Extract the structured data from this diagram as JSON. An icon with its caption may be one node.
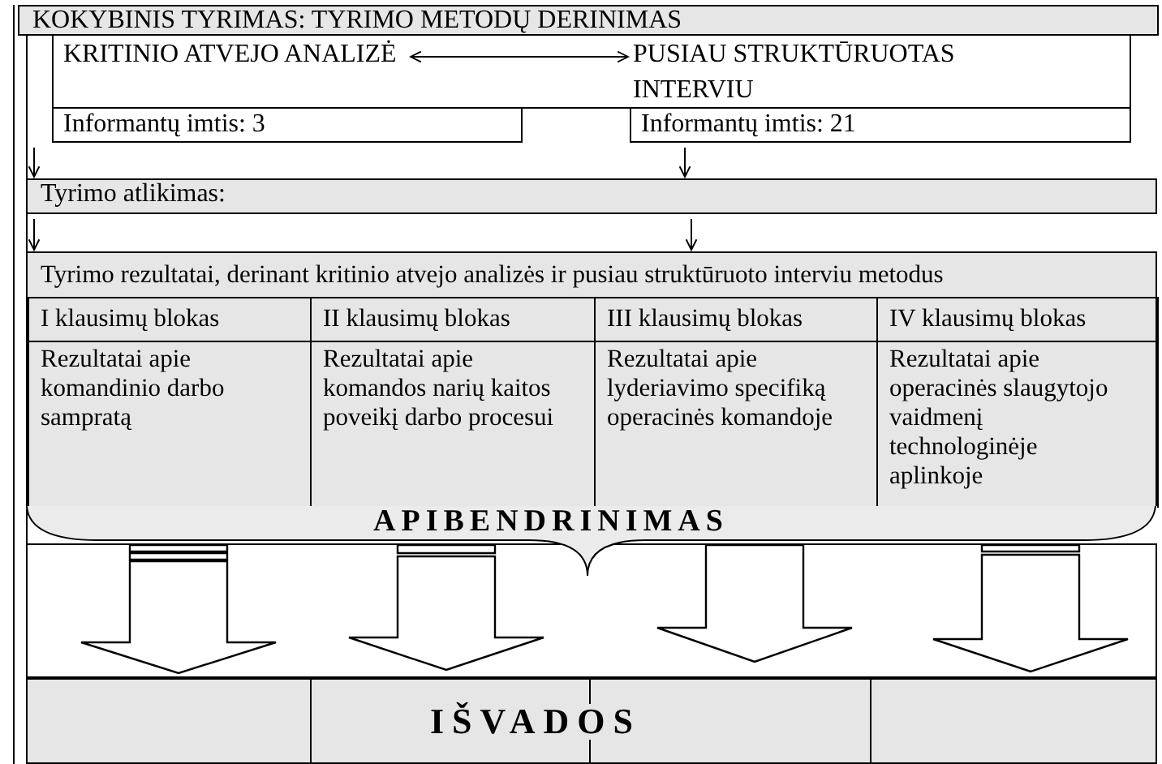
{
  "diagram": {
    "nodes": [
      {
        "text": [
          "KOKYBINIS TYRIMAS: TYRIMO METODŲ DERINIMAS"
        ]
      },
      {
        "text": [],
        "shape": "box"
      },
      {
        "text": [
          "KRITINIO ATVEJO ANALIZĖ"
        ],
        "in": 1
      },
      {
        "text": [
          "PUSIAU STRUKTŪRUOTAS INTERVIU"
        ],
        "in": 1
      },
      {
        "text": [
          "Informantų imtis: 3"
        ]
      },
      {
        "text": [
          "Informantų imtis: 21"
        ]
      },
      {
        "text": [
          "Tyrimo atlikimas:"
        ]
      },
      {
        "text": [
          "Tyrimo rezultatai, derinant kritinio atvejo analizės ir pusiau struktūruoto interviu metodus"
        ]
      },
      {
        "text": [
          "I klausimų blokas"
        ],
        "in": 7
      },
      {
        "text": [
          "II klausimų blokas"
        ],
        "in": 7
      },
      {
        "text": [
          "III klausimų blokas"
        ],
        "in": 7
      },
      {
        "text": [
          "IV klausimų blokas"
        ],
        "in": 7
      },
      {
        "text": [
          "Rezultatai apie komandinio darbo sampratą"
        ],
        "in": 7
      },
      {
        "text": [
          "Rezultatai apie komandos narių kaitos poveikį darbo procesui"
        ],
        "in": 7
      },
      {
        "text": [
          "Rezultatai apie lyderiavimo specifiką operacinės komandoje"
        ],
        "in": 7
      },
      {
        "text": [
          "Rezultatai apie operacinės slaugytojo vaidmenį technologinėje aplinkoje"
        ],
        "in": 7
      },
      {
        "text": [
          "APIBENDRINIMAS"
        ]
      },
      {
        "text": [
          "IŠVADOS"
        ]
      }
    ],
    "edges": [
      {
        "from": 2,
        "to": 3,
        "arrow": "both"
      },
      {
        "from": 4,
        "to": 6,
        "arrow": "to"
      },
      {
        "from": 5,
        "to": 6,
        "arrow": "to"
      },
      {
        "from": 6,
        "to": 7,
        "arrow": "to"
      },
      {
        "from": 6,
        "to": 7,
        "arrow": "to"
      },
      {
        "from": 16,
        "to": 17,
        "arrow": "to",
        "style": "thick"
      },
      {
        "from": 16,
        "to": 17,
        "arrow": "to",
        "style": "thick"
      },
      {
        "from": 16,
        "to": 17,
        "arrow": "to",
        "style": "thick"
      },
      {
        "from": 16,
        "to": 17,
        "arrow": "to",
        "style": "thick"
      }
    ]
  }
}
